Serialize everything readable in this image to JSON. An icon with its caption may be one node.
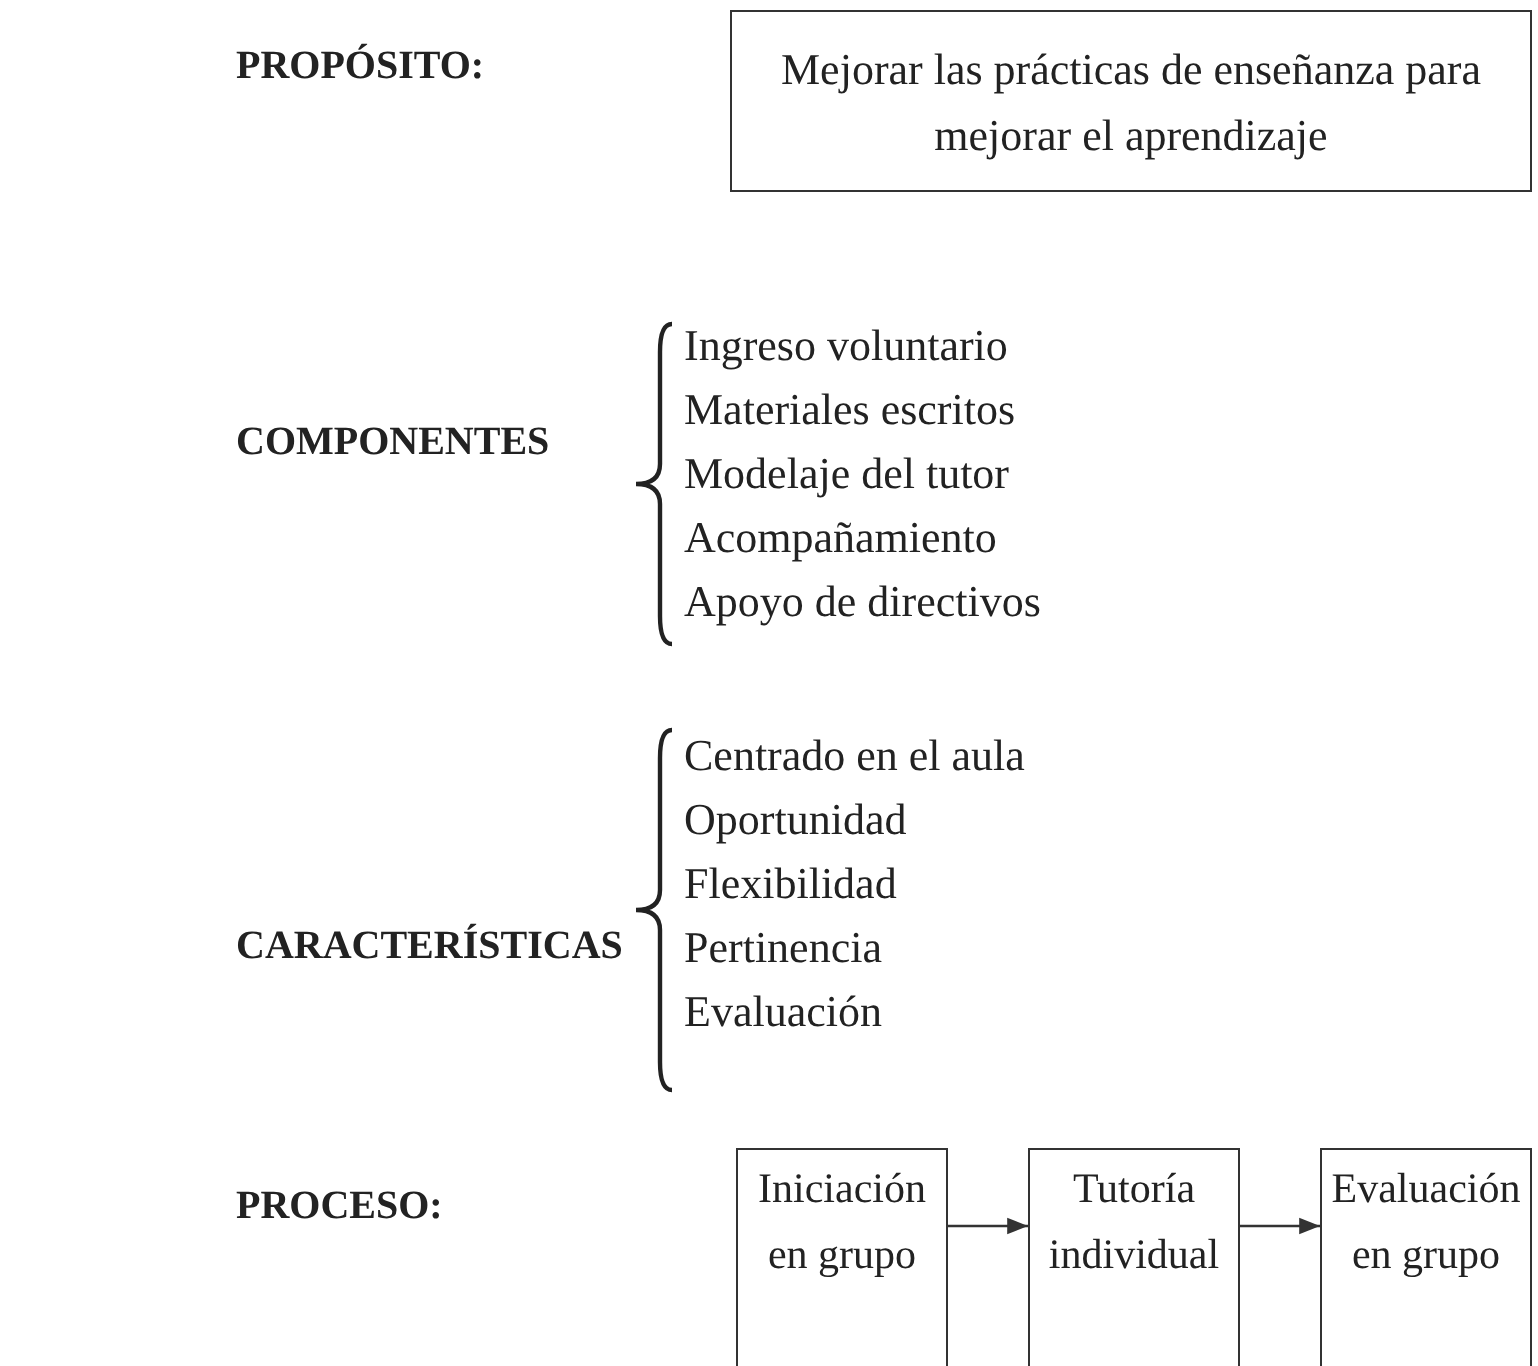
{
  "diagram": {
    "nodes": [
      {
        "text": [
          "Mejorar las prácticas de enseñanza para mejorar el aprendizaje"
        ]
      },
      {
        "text": [
          "Iniciación en grupo"
        ]
      },
      {
        "text": [
          "Tutoría individual"
        ]
      },
      {
        "text": [
          "Evaluación en grupo"
        ]
      }
    ],
    "edges": [
      {
        "from": 1,
        "to": 2,
        "arrow": "to"
      },
      {
        "from": 2,
        "to": 3,
        "arrow": "to"
      }
    ],
    "labels": [
      "PROPÓSITO:",
      "COMPONENTES",
      "Ingreso voluntario",
      "Materiales escritos",
      "Modelaje del tutor",
      "Acompañamiento",
      "Apoyo de directivos",
      "CARACTERÍSTICAS",
      "Centrado en el aula",
      "Oportunidad",
      "Flexibilidad",
      "Pertinencia",
      "Evaluación",
      "PROCESO:"
    ]
  }
}
